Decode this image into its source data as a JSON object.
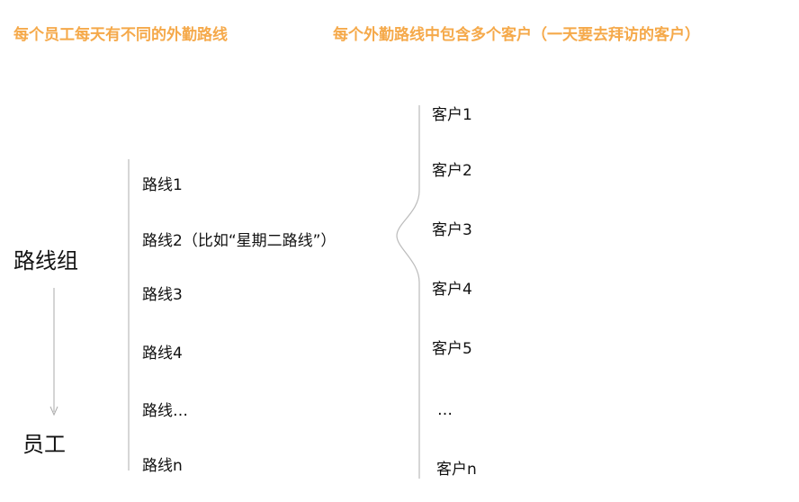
{
  "headers": {
    "left": "每个员工每天有不同的外勤路线",
    "right": "每个外勤路线中包含多个客户（一天要去拜访的客户）"
  },
  "left": {
    "route_group": "路线组",
    "employee": "员工"
  },
  "routes": [
    "路线1",
    "路线2（比如“星期二路线”）",
    "路线3",
    "路线4",
    "路线…",
    "路线n"
  ],
  "customers": [
    "客户1",
    "客户2",
    "客户3",
    "客户4",
    "客户5",
    "…",
    "客户n"
  ],
  "colors": {
    "accent": "#f5a94a",
    "line": "#bbbbbb"
  }
}
